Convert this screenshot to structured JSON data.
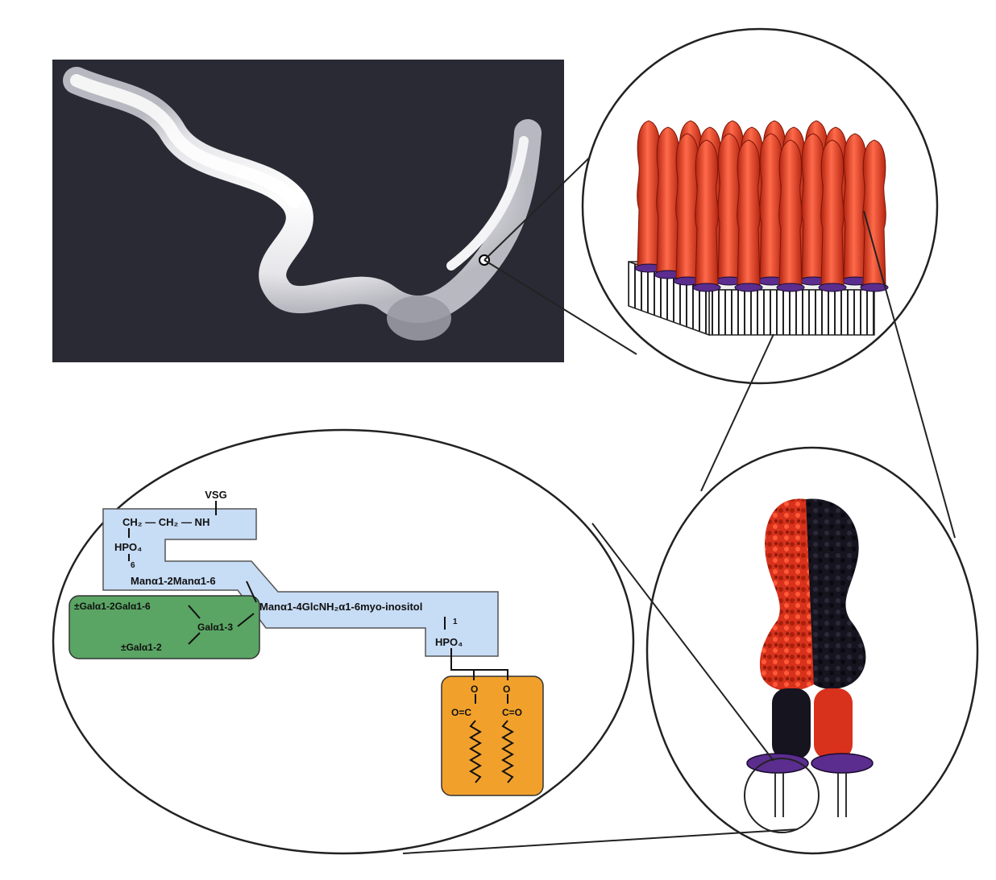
{
  "colors": {
    "background": "#ffffff",
    "micrograph_bg": "#2a2a35",
    "coat_red": "#d8321c",
    "coat_black": "#16141f",
    "anchor_purple": "#5b2d8e",
    "glycan_blue": "#c7dcf5",
    "galactose_green": "#5aa564",
    "lipid_orange": "#f1a12b",
    "outline": "#222222"
  },
  "icons": [
    "trypanosome-micrograph",
    "vsg-surface-coat-icon",
    "vsg-dimer-icon",
    "gpi-anchor-structure"
  ],
  "labels": {
    "vsg": "VSG",
    "ethanolamine": "CH₂ — CH₂ — NH",
    "hpo4_top": "HPO₄",
    "link_6": "6",
    "mannose_chain": "Manα1-2Manα1-6",
    "core": "Manα1-4GlcNH₂α1-6myo-inositol",
    "link_1": "1",
    "hpo4_bottom": "HPO₄",
    "gal_branch_top": "±Galα1-2Galα1-6",
    "gal_mid": "Galα1-3",
    "gal_branch_bottom": "±Galα1-2",
    "ester_o_left": "O",
    "ester_o_right": "O",
    "carbonyl_left": "O=C",
    "carbonyl_right": "C=O"
  }
}
